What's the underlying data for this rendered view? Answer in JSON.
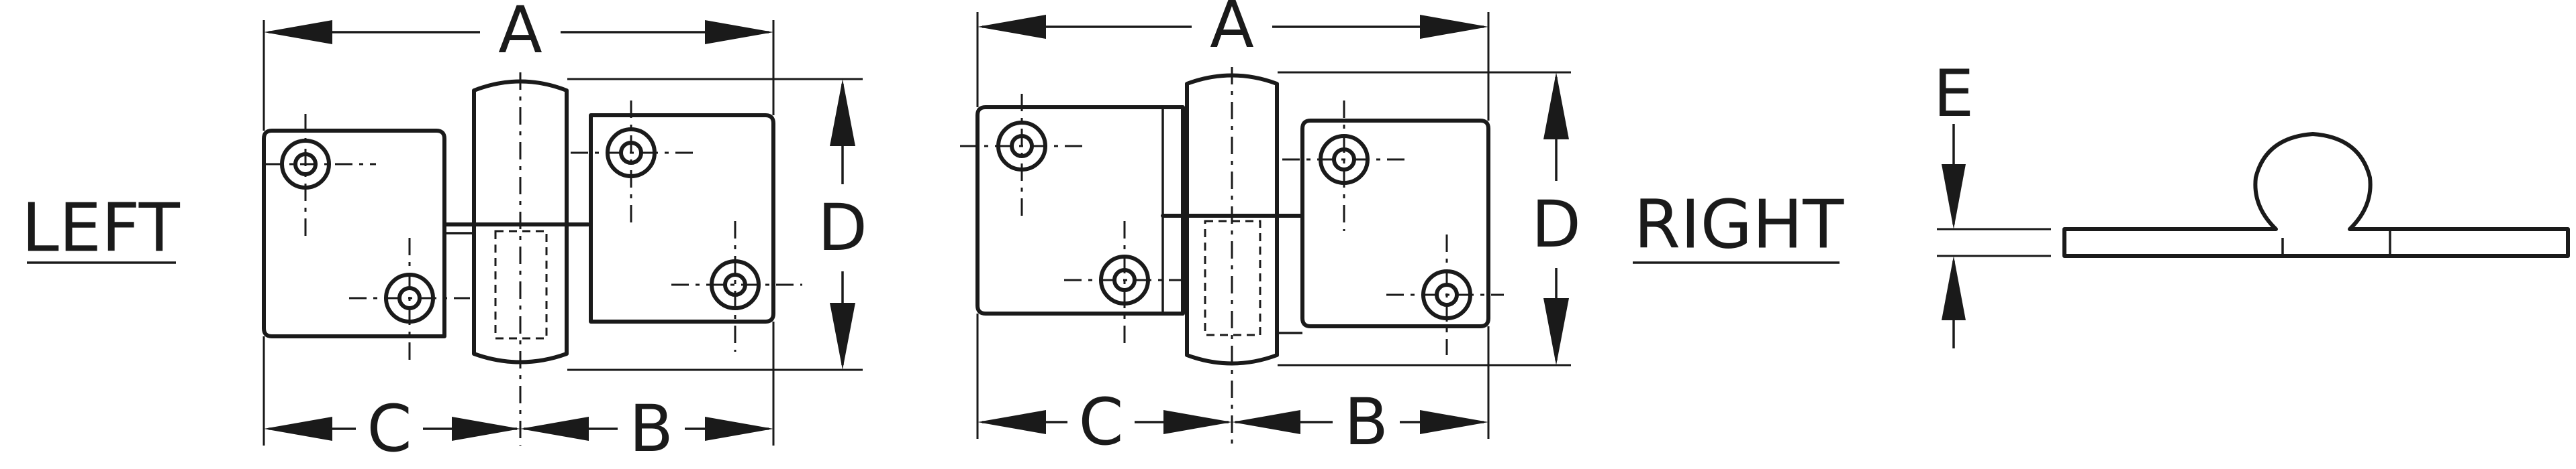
{
  "views": {
    "left": {
      "title": "LEFT",
      "dims": {
        "a": "A",
        "b": "B",
        "c": "C",
        "d": "D"
      }
    },
    "right": {
      "title": "RIGHT",
      "dims": {
        "a": "A",
        "b": "B",
        "c": "C",
        "d": "D"
      }
    },
    "side": {
      "dims": {
        "e": "E"
      }
    }
  }
}
